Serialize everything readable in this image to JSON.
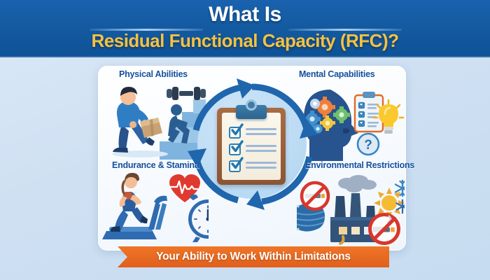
{
  "header": {
    "title_line1": "What Is",
    "title_line2": "Residual Functional Capacity (RFC)?",
    "bg_color": "#13599f",
    "title1_color": "#ffffff",
    "title2_color": "#f5c142"
  },
  "quadrants": [
    {
      "key": "physical-abilities",
      "label": "Physical Abilities",
      "icons": [
        "man-lifting-box-icon",
        "dumbbell-icon",
        "person-climbing-stairs-icon"
      ]
    },
    {
      "key": "mental-capabilities",
      "label": "Mental Capabilities",
      "icons": [
        "head-with-gears-icon",
        "clipboard-checklist-icon",
        "lightbulb-icon",
        "question-mark-badge-icon"
      ]
    },
    {
      "key": "endurance-stamina",
      "label": "Endurance & Stamina",
      "icons": [
        "woman-on-treadmill-icon",
        "heart-with-ecg-icon",
        "alarm-clock-icon"
      ]
    },
    {
      "key": "environmental-restrictions",
      "label": "Environmental Restrictions",
      "icons": [
        "no-smoking-icon",
        "factory-smokestacks-icon",
        "sun-icon",
        "snowflake-icon",
        "face-mask-icon"
      ]
    }
  ],
  "center": {
    "clipboard_icon": "clipboard-checklist-icon",
    "cycle_icon": "circular-arrows-icon",
    "checklist_items": 3,
    "label_color": "#15509c"
  },
  "banner": {
    "text": "Your Ability to Work Within Limitations",
    "bg_color": "#e8661f",
    "text_color": "#ffffff"
  },
  "palette": {
    "page_bg": "#cfe0f2",
    "panel_bg": "#ffffff",
    "accent_blue": "#15509c",
    "accent_orange": "#e8661f",
    "accent_yellow": "#f5c142"
  }
}
